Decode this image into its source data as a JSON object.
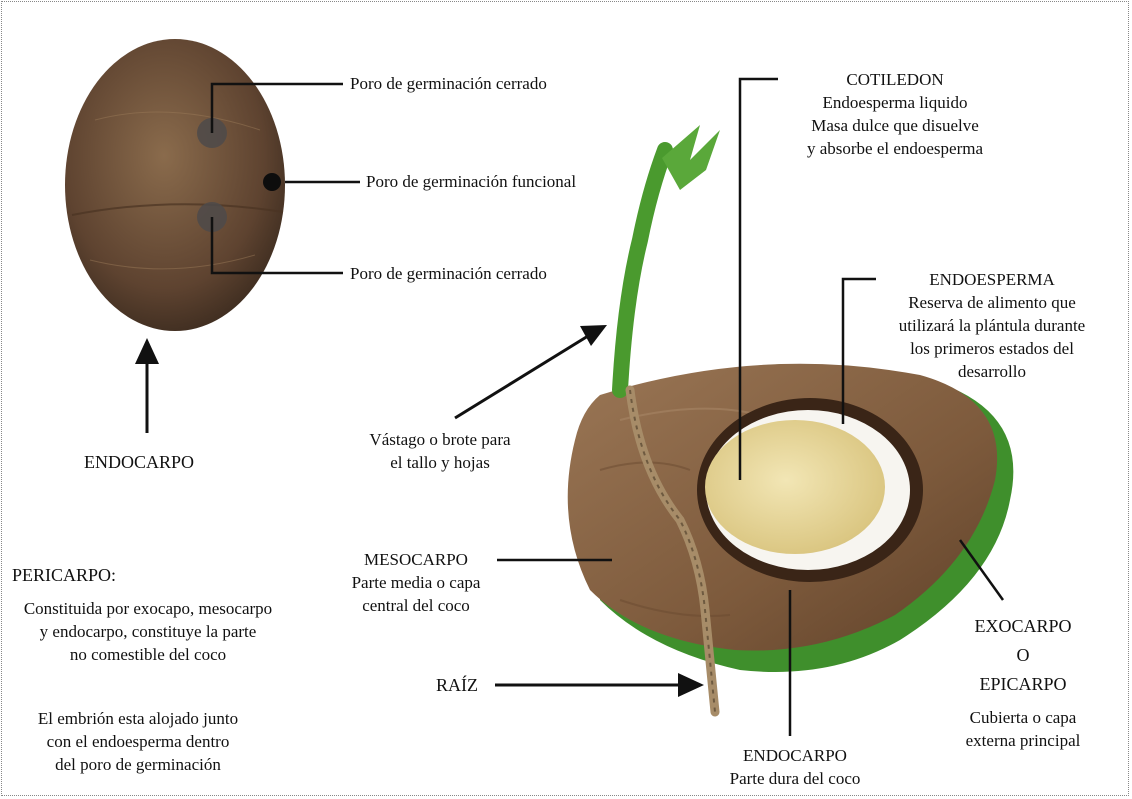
{
  "labels": {
    "poro_cerrado_top": "Poro de germinación cerrado",
    "poro_funcional": "Poro de germinación funcional",
    "poro_cerrado_bottom": "Poro de germinación cerrado",
    "endocarpo_top": "ENDOCARPO",
    "cotiledon": {
      "title": "COTILEDON",
      "lines": [
        "Endoesperma liquido",
        "Masa dulce que disuelve",
        "y absorbe el endoesperma"
      ]
    },
    "endoesperma": {
      "title": "ENDOESPERMA",
      "lines": [
        "Reserva de alimento que",
        "utilizará la plántula durante",
        "los primeros estados del",
        "desarrollo"
      ]
    },
    "vastago": [
      "Vástago o brote para",
      "el tallo y hojas"
    ],
    "mesocarpo": {
      "title": "MESOCARPO",
      "lines": [
        "Parte media o capa",
        "central del coco"
      ]
    },
    "pericarpo": {
      "title": "PERICARPO:",
      "lines": [
        "Constituida por exocapo, mesocarpo",
        "y endocarpo, constituye la parte",
        "no comestible del coco"
      ]
    },
    "embrion": [
      "El embrión esta alojado junto",
      "con el endoesperma dentro",
      "del poro de germinación"
    ],
    "raiz": "RAÍZ",
    "exocarpo": {
      "lines": [
        "EXOCARPO",
        "O",
        "EPICARPO"
      ],
      "desc": [
        "Cubierta o capa",
        "externa principal"
      ]
    },
    "endocarpo_bottom": {
      "title": "ENDOCARPO",
      "desc": "Parte dura del coco"
    }
  },
  "colors": {
    "shell_brown": "#6b4a2e",
    "husk_brown": "#8a6747",
    "exocarp_green": "#3f8f2c",
    "endosperm_cream": "#e9dba0",
    "sprout_green": "#4a9a2e"
  }
}
